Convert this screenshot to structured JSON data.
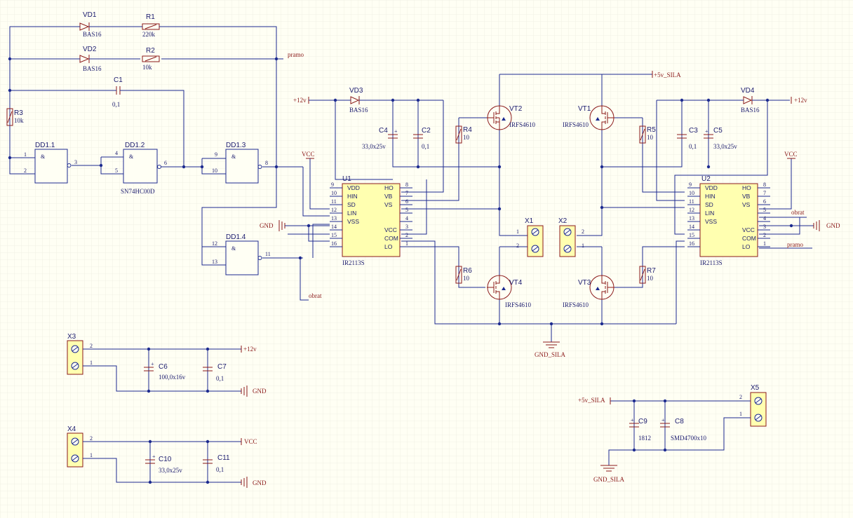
{
  "components": {
    "VD1": {
      "ref": "VD1",
      "value": "BAS16"
    },
    "VD2": {
      "ref": "VD2",
      "value": "BAS16"
    },
    "VD3": {
      "ref": "VD3",
      "value": "BAS16"
    },
    "VD4": {
      "ref": "VD4",
      "value": "BAS16"
    },
    "R1": {
      "ref": "R1",
      "value": "220k"
    },
    "R2": {
      "ref": "R2",
      "value": "10k"
    },
    "R3": {
      "ref": "R3",
      "value": "10k"
    },
    "R4": {
      "ref": "R4",
      "value": "10"
    },
    "R5": {
      "ref": "R5",
      "value": "10"
    },
    "R6": {
      "ref": "R6",
      "value": "10"
    },
    "R7": {
      "ref": "R7",
      "value": "10"
    },
    "C1": {
      "ref": "C1",
      "value": "0,1"
    },
    "C2": {
      "ref": "C2",
      "value": "0,1"
    },
    "C3": {
      "ref": "C3",
      "value": "0,1"
    },
    "C4": {
      "ref": "C4",
      "value": "33,0x25v"
    },
    "C5": {
      "ref": "C5",
      "value": "33,0x25v"
    },
    "C6": {
      "ref": "C6",
      "value": "100,0x16v"
    },
    "C7": {
      "ref": "C7",
      "value": "0,1"
    },
    "C8": {
      "ref": "C8",
      "value": "SMD4700x10"
    },
    "C9": {
      "ref": "C9",
      "value": "1812"
    },
    "C10": {
      "ref": "C10",
      "value": "33,0x25v"
    },
    "C11": {
      "ref": "C11",
      "value": "0,1"
    },
    "DD1_1": {
      "ref": "DD1.1"
    },
    "DD1_2": {
      "ref": "DD1.2",
      "value": "SN74HC00D"
    },
    "DD1_3": {
      "ref": "DD1.3"
    },
    "DD1_4": {
      "ref": "DD1.4"
    },
    "VT1": {
      "ref": "VT1",
      "value": "IRFS4610"
    },
    "VT2": {
      "ref": "VT2",
      "value": "IRFS4610"
    },
    "VT3": {
      "ref": "VT3",
      "value": "IRFS4610"
    },
    "VT4": {
      "ref": "VT4",
      "value": "IRFS4610"
    },
    "U1": {
      "ref": "U1",
      "value": "IR2113S"
    },
    "U2": {
      "ref": "U2",
      "value": "IR2113S"
    },
    "X1": {
      "ref": "X1"
    },
    "X2": {
      "ref": "X2"
    },
    "X3": {
      "ref": "X3"
    },
    "X4": {
      "ref": "X4"
    },
    "X5": {
      "ref": "X5"
    }
  },
  "gate_symbol": "&",
  "ir2113_pins": {
    "left": [
      {
        "num": "9",
        "name": "VDD"
      },
      {
        "num": "10",
        "name": "HIN"
      },
      {
        "num": "11",
        "name": "SD"
      },
      {
        "num": "12",
        "name": "LIN"
      },
      {
        "num": "13",
        "name": "VSS"
      },
      {
        "num": "14",
        "name": ""
      },
      {
        "num": "15",
        "name": ""
      },
      {
        "num": "16",
        "name": ""
      }
    ],
    "right": [
      {
        "num": "8",
        "name": "HO"
      },
      {
        "num": "7",
        "name": "VB"
      },
      {
        "num": "6",
        "name": "VS"
      },
      {
        "num": "5",
        "name": ""
      },
      {
        "num": "4",
        "name": ""
      },
      {
        "num": "3",
        "name": "VCC"
      },
      {
        "num": "2",
        "name": "COM"
      },
      {
        "num": "1",
        "name": "LO"
      }
    ]
  },
  "nets": {
    "pramo": "pramo",
    "obrat": "obrat",
    "p12v": "+12v",
    "vcc": "VCC",
    "gnd": "GND",
    "p5v_sila": "+5v_SILA",
    "gnd_sila": "GND_SILA"
  },
  "pin_numbers": {
    "one": "1",
    "two": "2",
    "three": "3",
    "four": "4",
    "five": "5",
    "six": "6",
    "eight": "8",
    "nine": "9",
    "ten": "10",
    "eleven": "11",
    "twelve": "12",
    "thirteen": "13"
  }
}
